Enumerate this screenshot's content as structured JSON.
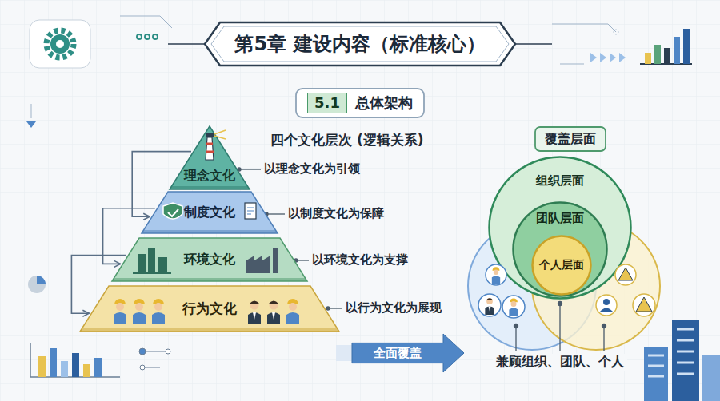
{
  "diagram": {
    "title": "第5章 建设内容（标准核心）",
    "nodes": [
      {
        "text": [
          "5.1",
          "总体架构"
        ]
      },
      {
        "text": [
          "理念文化"
        ]
      },
      {
        "text": [
          "制度文化"
        ]
      },
      {
        "text": [
          "环境文化"
        ]
      },
      {
        "text": [
          "行为文化"
        ]
      },
      {
        "text": [
          "覆盖层面"
        ]
      },
      {
        "text": [
          "组织层面"
        ]
      },
      {
        "text": [
          "团队层面"
        ],
        "in": 6
      },
      {
        "text": [
          "个人层面"
        ],
        "in": 7
      },
      {
        "text": [
          "全面覆盖"
        ]
      }
    ],
    "edges": [
      {
        "from": 1,
        "to": 2,
        "arrow": "to"
      },
      {
        "from": 2,
        "to": 3,
        "arrow": "to"
      },
      {
        "from": 3,
        "to": 4,
        "arrow": "to"
      }
    ],
    "labels": [
      "四个文化层次 (逻辑关系)",
      "以理念文化为引领",
      "以制度文化为保障",
      "以环境文化为支撑",
      "以行为文化为展现",
      "兼顾组织、团队、个人"
    ]
  }
}
